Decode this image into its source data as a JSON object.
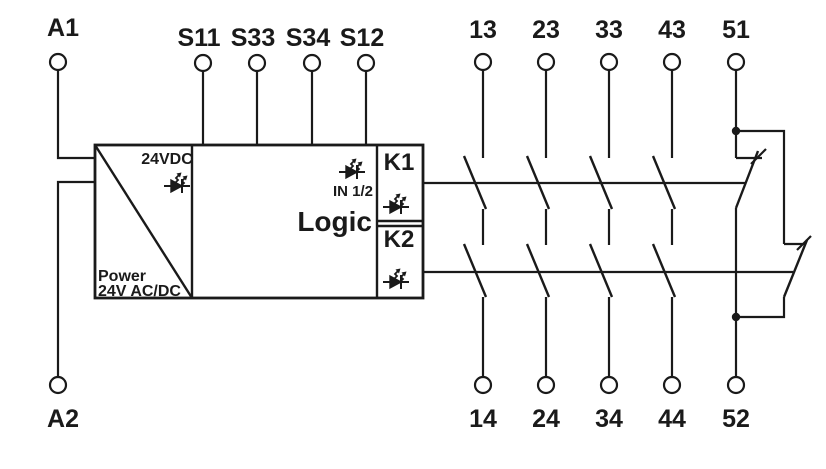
{
  "colors": {
    "line": "#1a1a1a",
    "background": "#ffffff"
  },
  "terminals": {
    "supply_top": "A1",
    "supply_bottom": "A2",
    "inputs": [
      "S11",
      "S33",
      "S34",
      "S12"
    ],
    "outputs_top": [
      "13",
      "23",
      "33",
      "43",
      "51"
    ],
    "outputs_bottom": [
      "14",
      "24",
      "34",
      "44",
      "52"
    ]
  },
  "module": {
    "power": {
      "led_label": "24VDC",
      "name_line1": "Power",
      "name_line2": "24V AC/DC"
    },
    "logic": {
      "label": "Logic",
      "input_led_label": "IN 1/2"
    },
    "relay1": "K1",
    "relay2": "K2"
  },
  "icons": {
    "led": "led-indicator-icon",
    "terminal": "terminal-circle",
    "junction": "junction-dot"
  }
}
